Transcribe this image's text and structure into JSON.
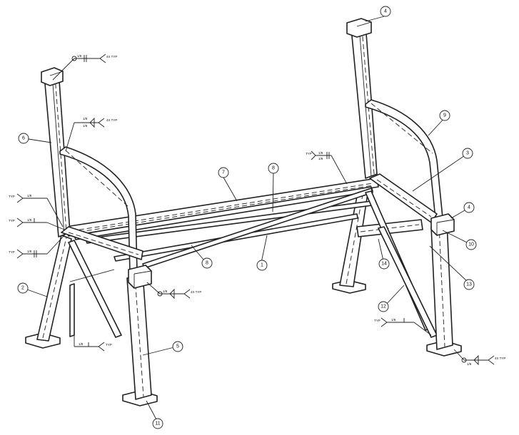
{
  "callouts": [
    {
      "id": "callout-1",
      "label": "1"
    },
    {
      "id": "callout-2",
      "label": "2"
    },
    {
      "id": "callout-3",
      "label": "3"
    },
    {
      "id": "callout-4-top",
      "label": "4"
    },
    {
      "id": "callout-4-right",
      "label": "4"
    },
    {
      "id": "callout-5",
      "label": "5"
    },
    {
      "id": "callout-6",
      "label": "6"
    },
    {
      "id": "callout-7",
      "label": "7"
    },
    {
      "id": "callout-8-top",
      "label": "8"
    },
    {
      "id": "callout-8-bottom",
      "label": "8"
    },
    {
      "id": "callout-9",
      "label": "9"
    },
    {
      "id": "callout-10",
      "label": "10"
    },
    {
      "id": "callout-11",
      "label": "11"
    },
    {
      "id": "callout-12",
      "label": "12"
    },
    {
      "id": "callout-13",
      "label": "13"
    },
    {
      "id": "callout-14",
      "label": "14"
    }
  ],
  "welds": {
    "size": "1/8",
    "typ": "TYP",
    "all_around_typ": "4X TYP"
  }
}
